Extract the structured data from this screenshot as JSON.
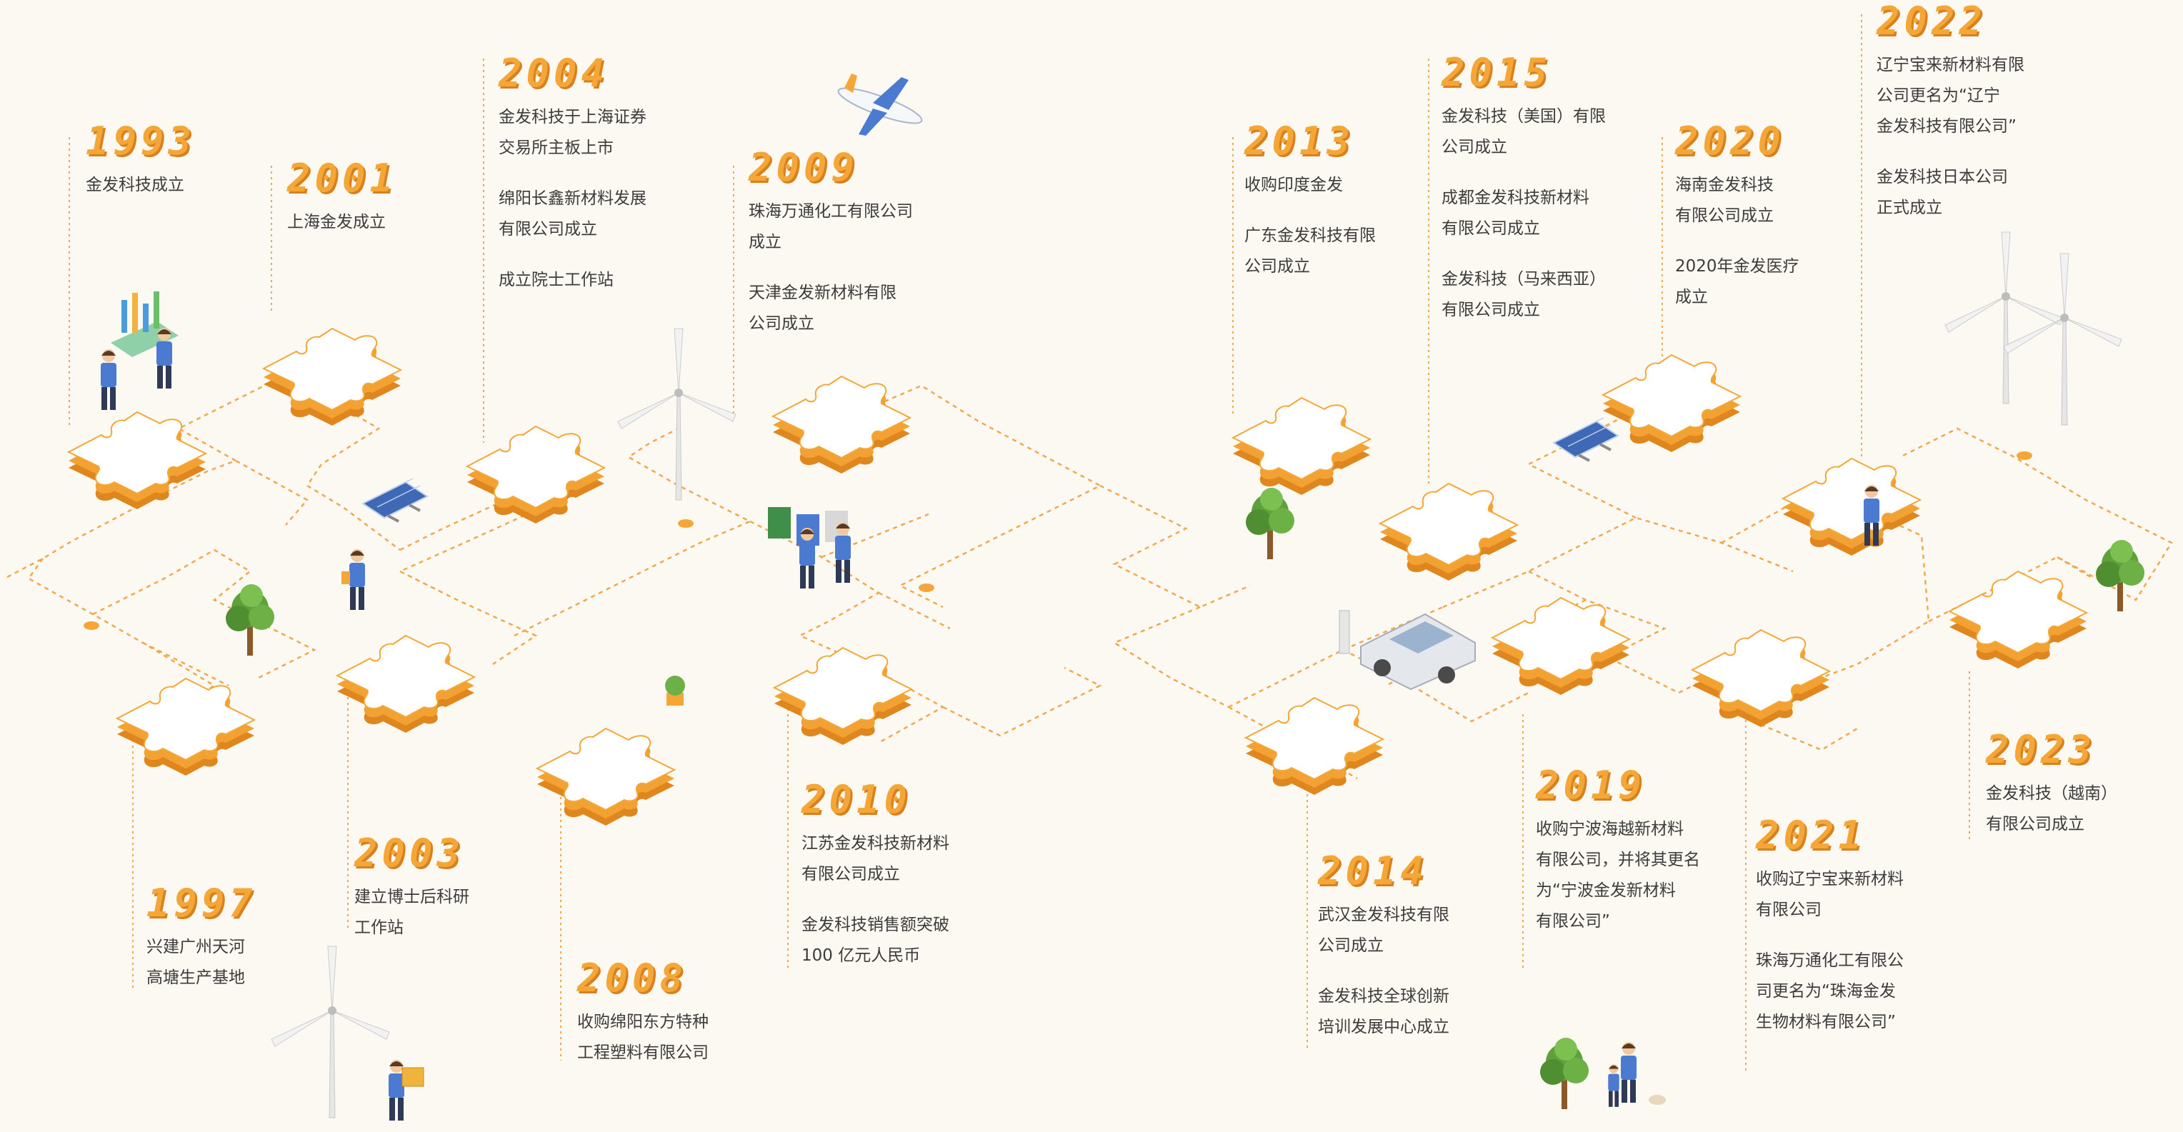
{
  "milestones": [
    {
      "year": "1993",
      "texts": [
        "金发科技成立"
      ]
    },
    {
      "year": "2001",
      "texts": [
        "上海金发成立"
      ]
    },
    {
      "year": "2004",
      "texts": [
        "金发科技于上海证券\n交易所主板上市",
        "绵阳长鑫新材料发展\n有限公司成立",
        "成立院士工作站"
      ]
    },
    {
      "year": "2009",
      "texts": [
        "珠海万通化工有限公司\n成立",
        "天津金发新材料有限\n公司成立"
      ]
    },
    {
      "year": "2013",
      "texts": [
        "收购印度金发",
        "广东金发科技有限\n公司成立"
      ]
    },
    {
      "year": "2015",
      "texts": [
        "金发科技（美国）有限\n公司成立",
        "成都金发科技新材料\n有限公司成立",
        "金发科技（马来西亚）\n有限公司成立"
      ]
    },
    {
      "year": "2020",
      "texts": [
        "海南金发科技\n有限公司成立",
        "2020年金发医疗\n成立"
      ]
    },
    {
      "year": "2022",
      "texts": [
        "辽宁宝来新材料有限\n公司更名为“辽宁\n金发科技有限公司”",
        "金发科技日本公司\n正式成立"
      ]
    },
    {
      "year": "1997",
      "texts": [
        "兴建广州天河\n高塘生产基地"
      ]
    },
    {
      "year": "2003",
      "texts": [
        "建立博士后科研\n工作站"
      ]
    },
    {
      "year": "2008",
      "texts": [
        "收购绵阳东方特种\n工程塑料有限公司"
      ]
    },
    {
      "year": "2010",
      "texts": [
        "江苏金发科技新材料\n有限公司成立",
        "金发科技销售额突破\n100 亿元人民币"
      ]
    },
    {
      "year": "2014",
      "texts": [
        "武汉金发科技有限\n公司成立",
        "金发科技全球创新\n培训发展中心成立"
      ]
    },
    {
      "year": "2019",
      "texts": [
        "收购宁波海越新材料\n有限公司，并将其更名\n为“宁波金发新材料\n有限公司”"
      ]
    },
    {
      "year": "2021",
      "texts": [
        "收购辽宁宝来新材料\n有限公司",
        "珠海万通化工有限公\n司更名为“珠海金发\n生物材料有限公司”"
      ]
    },
    {
      "year": "2023",
      "texts": [
        "金发科技（越南）\n有限公司成立"
      ]
    }
  ],
  "colors": {
    "accent": "#f4a636",
    "accent_dark": "#d8801d",
    "piece_top": "#ffffff",
    "dotted_line": "#f0a950",
    "text": "#3c3c3c",
    "background": "#fcf9f2"
  },
  "icons": [
    "scientists-with-chart-illustration",
    "solar-panel-icon",
    "person-walking-with-bag-illustration",
    "tree-icon",
    "wind-turbine-icon",
    "airplane-icon",
    "recycling-bins-with-workers-illustration",
    "plant-pot-icon",
    "person-holding-box-illustration",
    "electric-car-charging-illustration",
    "person-sitting-on-puzzle-illustration",
    "family-walking-dog-illustration"
  ]
}
